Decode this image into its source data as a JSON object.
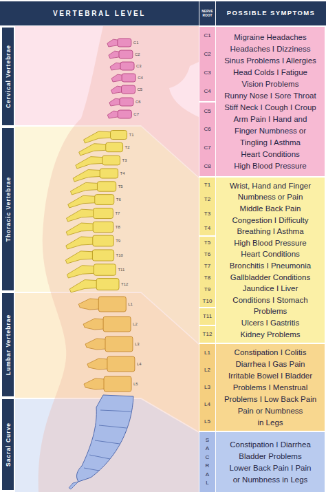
{
  "diagram": {
    "nodes": [
      {
        "text": [
          "VERTEBRAL LEVEL"
        ]
      },
      {
        "text": [
          "NERVE ROOT"
        ]
      },
      {
        "text": [
          "POSSIBLE SYMPTOMS"
        ]
      },
      {
        "text": [
          "Cervical Vertebrae"
        ]
      },
      {
        "text": [
          "Migraine Headaches",
          "Headaches I Dizziness",
          "Sinus Problems I Allergies",
          "Head Colds I Fatigue",
          "Vision Problems",
          "Runny Nose I Sore Throat",
          "Stiff Neck I Cough I Croup",
          "Arm Pain I Hand and",
          "Finger Numbness or",
          "Tingling I Asthma",
          "Heart Conditions",
          "High Blood Pressure"
        ]
      },
      {
        "text": [
          "Thoracic Vertebrae"
        ]
      },
      {
        "text": [
          "Wrist, Hand and Finger",
          "Numbness or Pain",
          "Middle Back Pain",
          "Congestion I Difficulty",
          "Breathing I Asthma",
          "High Blood Pressure",
          "Heart Conditions",
          "Bronchitis I Pneumonia",
          "Gallbladder Conditions",
          "Jaundice I Liver",
          "Conditions I Stomach",
          "Problems",
          "Ulcers I Gastritis",
          "Kidney Problems"
        ]
      },
      {
        "text": [
          "Lumbar Vertebrae"
        ]
      },
      {
        "text": [
          "Constipation I Colitis",
          "Diarrhea I Gas Pain",
          "Irritable Bowel I Bladder",
          "Problems I Menstrual",
          "Problems I Low Back Pain",
          "Pain or Numbness",
          "in Legs"
        ]
      },
      {
        "text": [
          "Sacral Curve"
        ]
      },
      {
        "text": [
          "Constipation I Diarrhea",
          "Bladder Problems",
          "Lower Back Pain I Pain",
          "or Numbness in Legs"
        ]
      }
    ],
    "labels": [
      "C1",
      "C2",
      "C3",
      "C4",
      "C5",
      "C6",
      "C7",
      "T1",
      "T2",
      "T3",
      "T4",
      "T5",
      "T6",
      "T7",
      "T8",
      "T9",
      "T10",
      "T11",
      "T12",
      "L1",
      "L2",
      "L3",
      "L4",
      "L5",
      "C1",
      "C2",
      "C3",
      "C4",
      "C5",
      "C6",
      "C7",
      "C8",
      "T1",
      "T2",
      "T3",
      "T4",
      "T5",
      "T6",
      "T7",
      "T8",
      "T9",
      "T10",
      "T11",
      "T12",
      "L1",
      "L2",
      "L3",
      "L4",
      "L5",
      "SACRAL"
    ]
  }
}
